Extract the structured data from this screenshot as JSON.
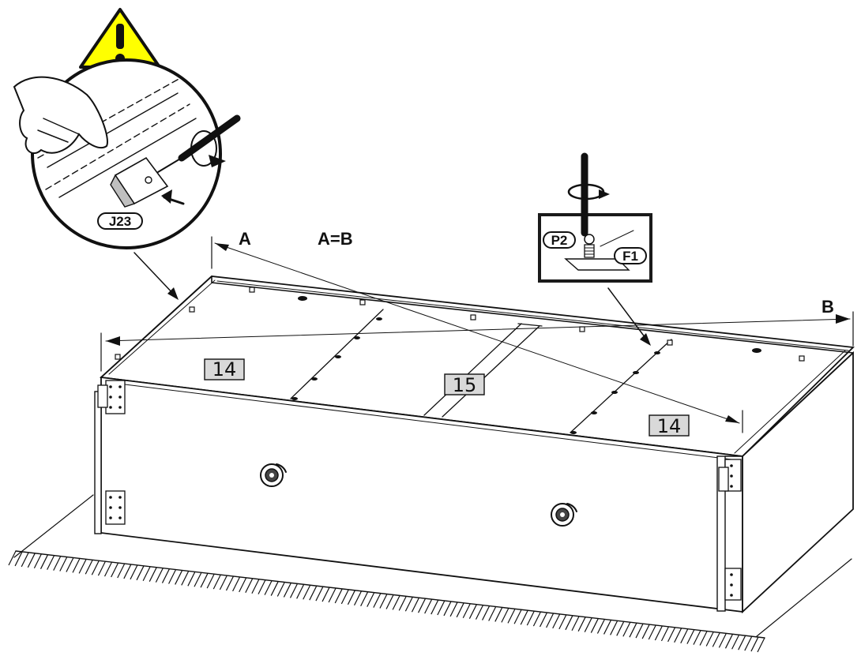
{
  "diagram": {
    "labels": {
      "point_a": "A",
      "point_b": "B",
      "equality": "A=B"
    },
    "part_numbers": {
      "left_panel": "14",
      "center_panel": "15",
      "right_panel": "14"
    },
    "callouts": {
      "bracket": "J23",
      "screw": "P2",
      "fitting": "F1"
    },
    "colors": {
      "warning_fill": "#ffff00",
      "ink": "#111111",
      "label_box": "#d9d9d9",
      "callout_frame": "#1a1a1a"
    }
  }
}
